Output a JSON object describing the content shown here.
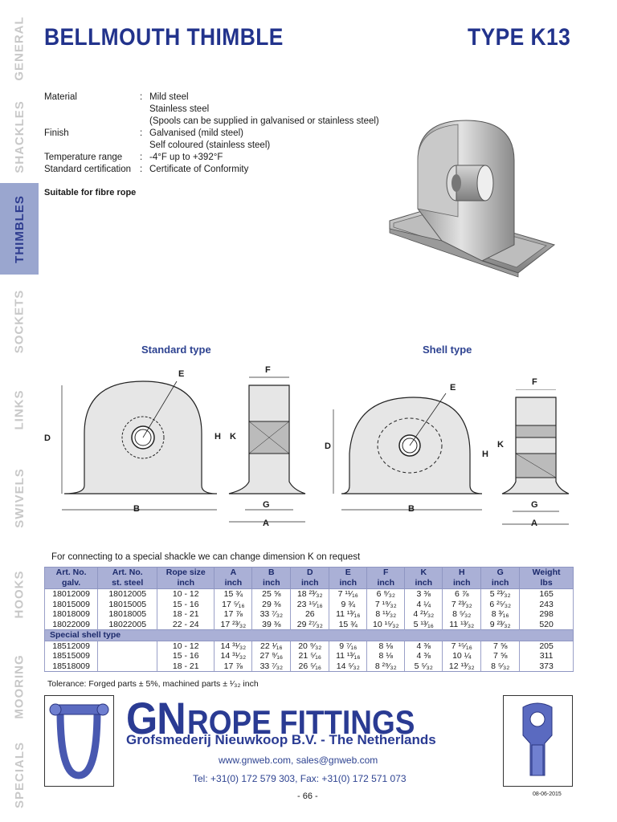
{
  "sidebar": {
    "tabs": [
      {
        "label": "GENERAL",
        "active": false
      },
      {
        "label": "SHACKLES",
        "active": false
      },
      {
        "label": "THIMBLES",
        "active": true
      },
      {
        "label": "SOCKETS",
        "active": false
      },
      {
        "label": "LINKS",
        "active": false
      },
      {
        "label": "SWIVELS",
        "active": false
      },
      {
        "label": "HOOKS",
        "active": false
      },
      {
        "label": "MOORING",
        "active": false
      },
      {
        "label": "SPECIALS",
        "active": false
      }
    ]
  },
  "header": {
    "title": "BELLMOUTH THIMBLE",
    "type": "TYPE K13"
  },
  "specs": {
    "material_label": "Material",
    "material_1": "Mild steel",
    "material_2": "Stainless steel",
    "material_3": "(Spools can be supplied in galvanised or stainless steel)",
    "finish_label": "Finish",
    "finish_1": "Galvanised (mild steel)",
    "finish_2": "Self coloured (stainless steel)",
    "temp_label": "Temperature range",
    "temp_value": "-4°F up to +392°F",
    "cert_label": "Standard certification",
    "cert_value": "Certificate of Conformity",
    "colon": ":",
    "note": "Suitable for fibre rope"
  },
  "drawings": {
    "standard_title": "Standard type",
    "shell_title": "Shell type",
    "labels": {
      "A": "A",
      "B": "B",
      "D": "D",
      "E": "E",
      "F": "F",
      "G": "G",
      "H": "H",
      "K": "K"
    }
  },
  "table": {
    "intro": "For connecting to a special shackle we can change dimension K on request",
    "headers": [
      [
        "Art. No.",
        "galv."
      ],
      [
        "Art. No.",
        "st. steel"
      ],
      [
        "Rope size",
        "inch"
      ],
      [
        "A",
        "inch"
      ],
      [
        "B",
        "inch"
      ],
      [
        "D",
        "inch"
      ],
      [
        "E",
        "inch"
      ],
      [
        "F",
        "inch"
      ],
      [
        "K",
        "inch"
      ],
      [
        "H",
        "inch"
      ],
      [
        "G",
        "inch"
      ],
      [
        "Weight",
        "lbs"
      ]
    ],
    "rows": [
      [
        "18012009",
        "18012005",
        "10 - 12",
        "15 ¾",
        "25 ⅝",
        "18 ²³⁄₃₂",
        "7 ¹¹⁄₁₆",
        "6 ⁹⁄₃₂",
        "3 ⅜",
        "6 ⅞",
        "5 ²³⁄₃₂",
        "165"
      ],
      [
        "18015009",
        "18015005",
        "15 - 16",
        "17 ⁵⁄₁₆",
        "29 ⅜",
        "23 ¹⁵⁄₁₆",
        "9 ¾",
        "7 ¹⁹⁄₃₂",
        "4 ¼",
        "7 ²³⁄₃₂",
        "6 ²⁵⁄₃₂",
        "243"
      ],
      [
        "18018009",
        "18018005",
        "18 - 21",
        "17 ⅞",
        "33 ⁷⁄₃₂",
        "26",
        "11 ¹³⁄₁₆",
        "8 ¹¹⁄₃₂",
        "4 ²¹⁄₃₂",
        "8 ⁵⁄₃₂",
        "8 ³⁄₁₆",
        "298"
      ],
      [
        "18022009",
        "18022005",
        "22 - 24",
        "17 ²³⁄₃₂",
        "39 ⅜",
        "29 ²⁷⁄₃₂",
        "15 ¾",
        "10 ¹⁵⁄₃₂",
        "5 ¹³⁄₁₆",
        "11 ¹³⁄₃₂",
        "9 ²³⁄₃₂",
        "520"
      ]
    ],
    "group_label": "Special shell type",
    "shell_rows": [
      [
        "18512009",
        "",
        "10 - 12",
        "14 ³¹⁄₃₂",
        "22 ¹⁄₁₆",
        "20 ⁹⁄₃₂",
        "9 ⁷⁄₁₆",
        "8 ⅛",
        "4 ⅜",
        "7 ¹⁵⁄₁₆",
        "7 ⅝",
        "205"
      ],
      [
        "18515009",
        "",
        "15 - 16",
        "14 ³¹⁄₃₂",
        "27 ⁹⁄₁₆",
        "21 ⁵⁄₁₆",
        "11 ¹³⁄₁₆",
        "8 ⅛",
        "4 ⅜",
        "10 ¼",
        "7 ⅝",
        "311"
      ],
      [
        "18518009",
        "",
        "18 - 21",
        "17 ⅞",
        "33 ⁷⁄₃₂",
        "26 ⁵⁄₁₆",
        "14 ⁵⁄₃₂",
        "8 ²⁹⁄₃₂",
        "5 ⁵⁄₃₂",
        "12 ¹³⁄₃₂",
        "8 ⁵⁄₃₂",
        "373"
      ]
    ],
    "tolerance": "Tolerance: Forged parts ± 5%, machined parts ± ¹⁄₃₂ inch"
  },
  "footer": {
    "brand_gn": "GN",
    "brand_rest": "ROPE FITTINGS",
    "company": "Grofsmederij Nieuwkoop B.V. - The Netherlands",
    "web": "www.gnweb.com, sales@gnweb.com",
    "phone": "Tel: +31(0) 172 579 303, Fax: +31(0) 172 571 073",
    "page": "- 66 -",
    "date": "08-06-2015"
  },
  "colors": {
    "brand_blue": "#22338c",
    "table_header": "#aab0d6",
    "tab_active": "#9aa6cf"
  }
}
